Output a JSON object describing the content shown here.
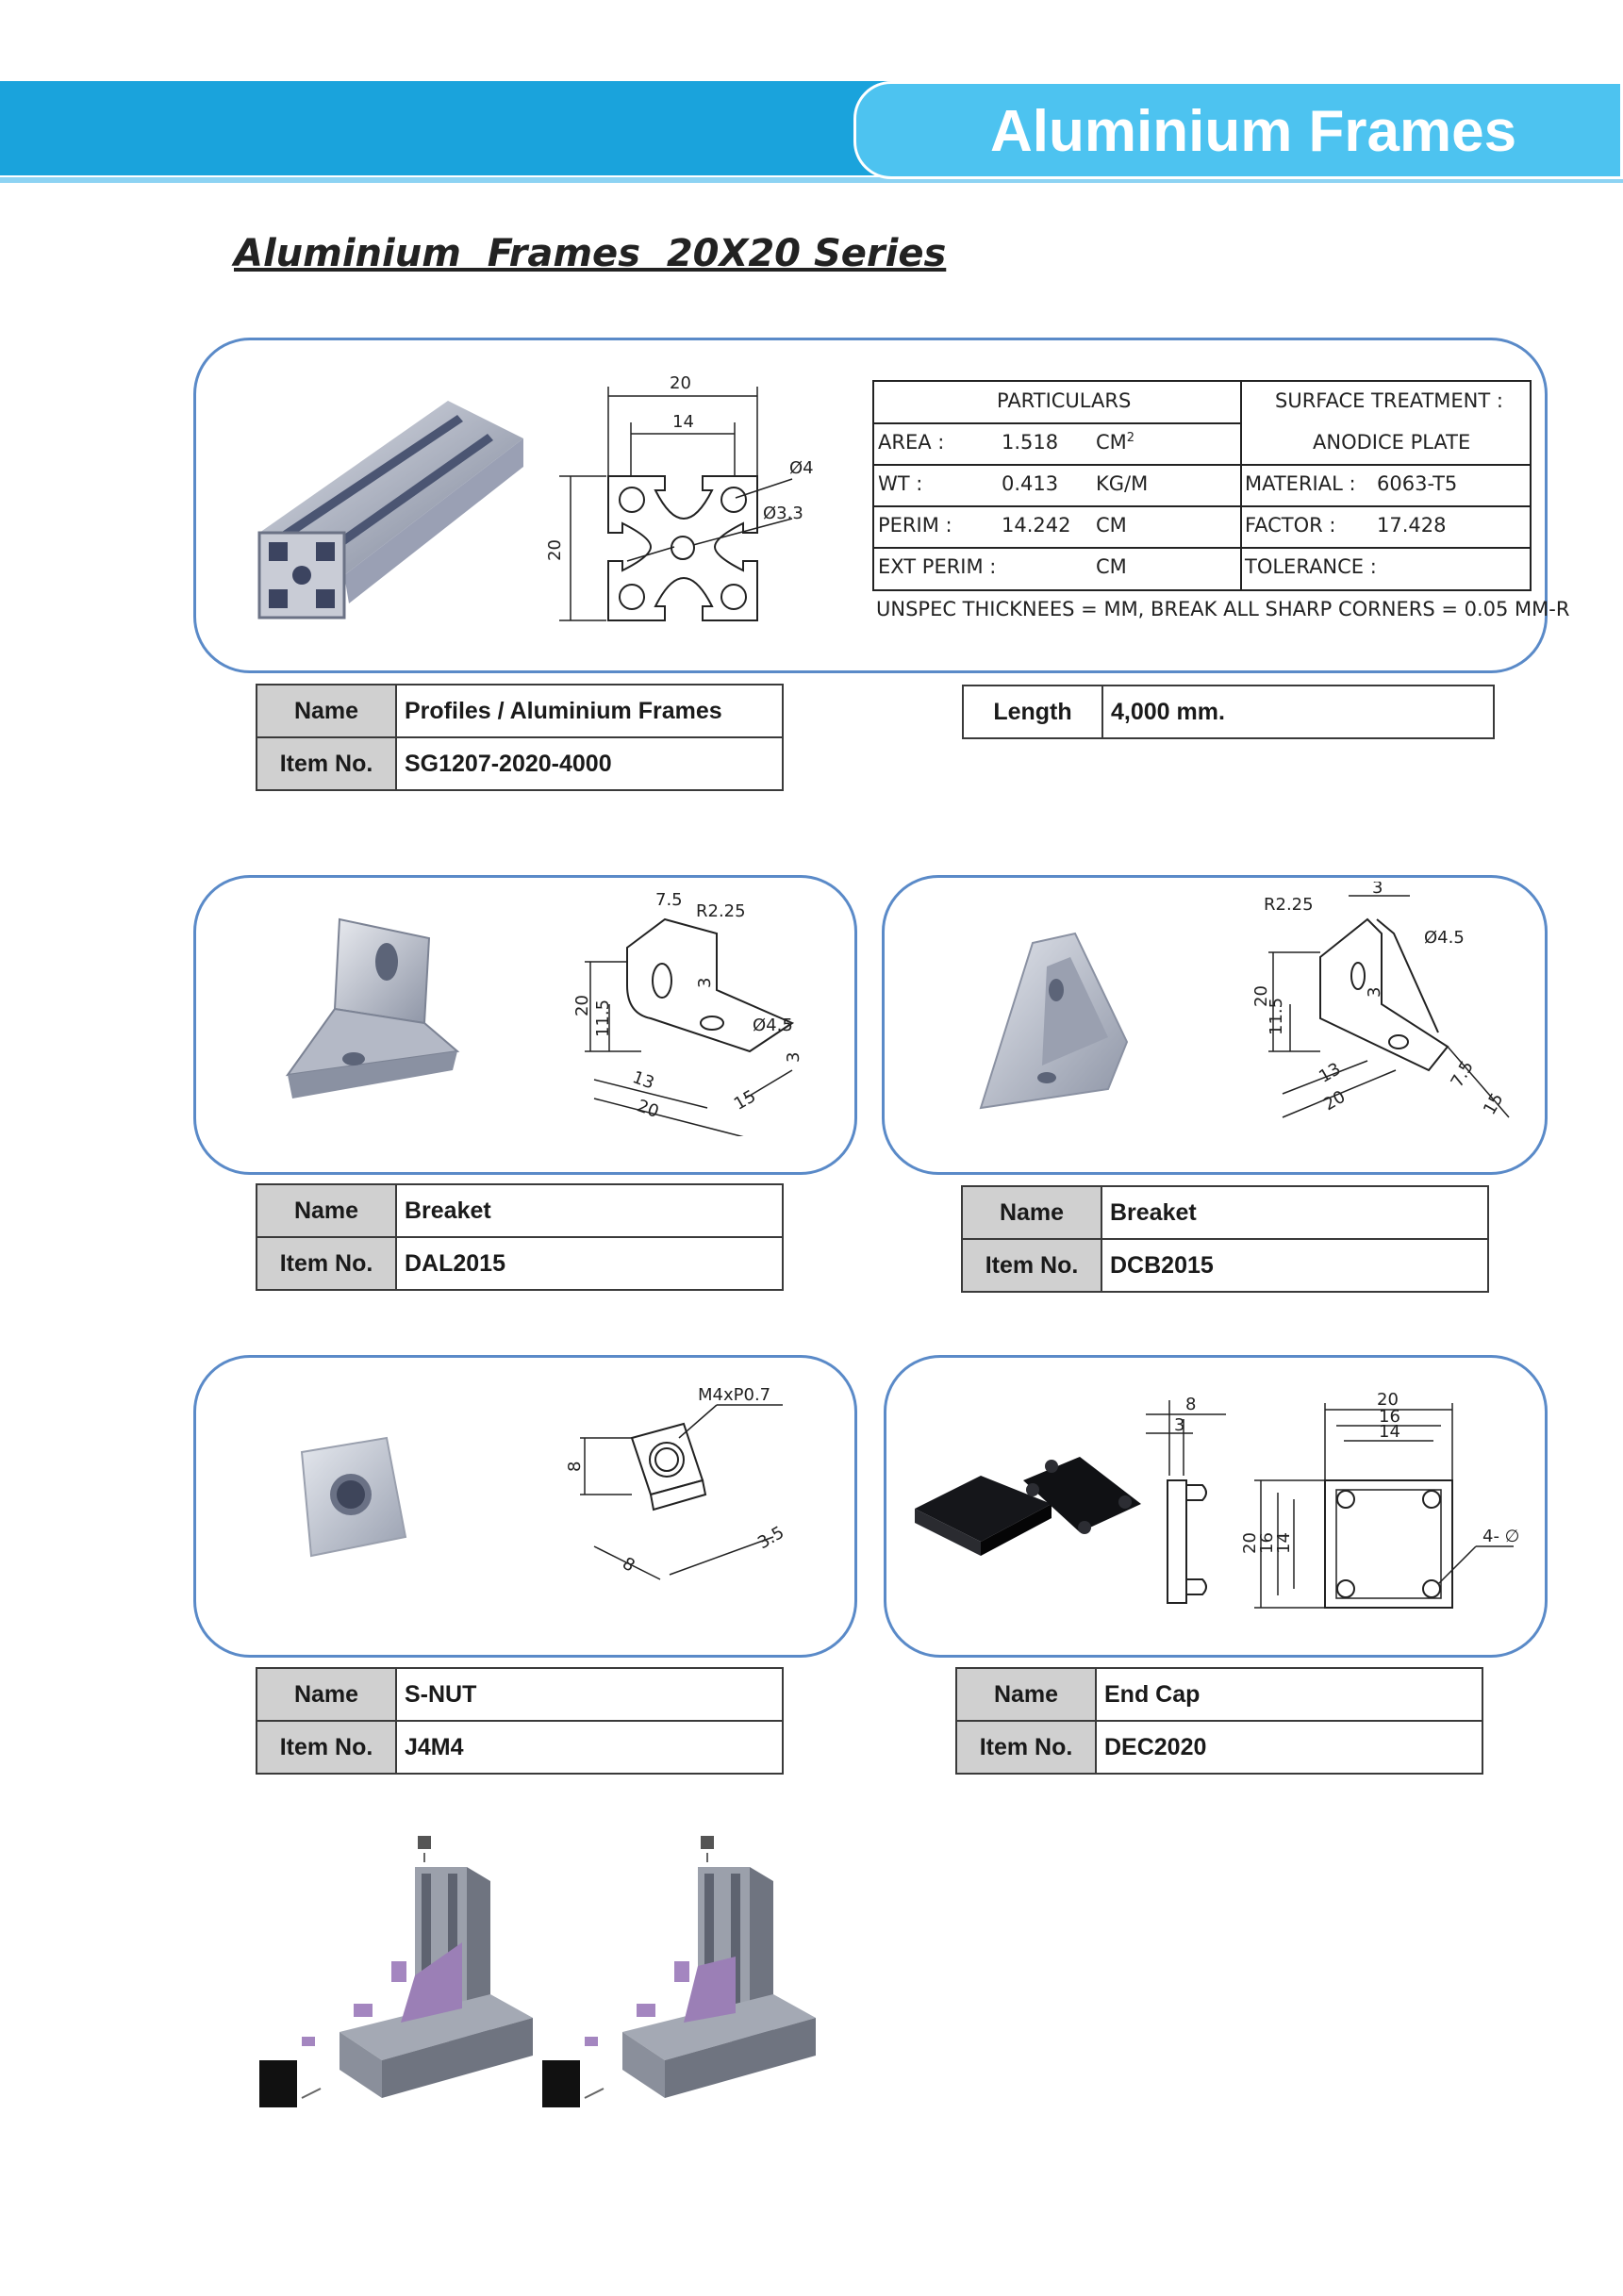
{
  "header": {
    "title": "Aluminium Frames",
    "bar_color": "#1aa3dc",
    "tab_color": "#4dc3f0"
  },
  "page_title": "Aluminium  Frames  20X20 Series",
  "profile": {
    "spec": {
      "particulars": "PARTICULARS",
      "surface": "SURFACE TREATMENT :",
      "surface_val": "ANODICE PLATE",
      "rows": [
        {
          "k": "AREA :",
          "v": "1.518",
          "u": "CM",
          "sup": "2"
        },
        {
          "k": "WT :",
          "v": "0.413",
          "u": "KG/M"
        },
        {
          "k": "PERIM :",
          "v": "14.242",
          "u": "CM"
        },
        {
          "k": "EXT PERIM :",
          "v": "",
          "u": "CM"
        }
      ],
      "right_rows": [
        {
          "k": "MATERIAL :",
          "v": "6063-T5"
        },
        {
          "k": "FACTOR :",
          "v": "17.428"
        },
        {
          "k": "TOLERANCE :",
          "v": ""
        }
      ],
      "note": "UNSPEC THICKNEES = MM, BREAK ALL SHARP CORNERS = 0.05 MM-R"
    },
    "dims": {
      "outer": "20",
      "inner": "14",
      "side": "20",
      "hole1": "Ø4",
      "hole2": "Ø3.3"
    },
    "name_label": "Name",
    "name": "Profiles / Aluminium Frames",
    "item_label": "Item No.",
    "item": "SG1207-2020-4000",
    "length_label": "Length",
    "length": "4,000 mm."
  },
  "bracket_l": {
    "dims": {
      "a": "7.5",
      "r": "R2.25",
      "h": "20",
      "h2": "11.5",
      "t": "3",
      "hole": "Ø4.5",
      "t2": "3",
      "b1": "13",
      "b2": "20",
      "b3": "15"
    },
    "name_label": "Name",
    "name": "Breaket",
    "item_label": "Item No.",
    "item": "DAL2015"
  },
  "bracket_c": {
    "dims": {
      "r": "R2.25",
      "t": "3",
      "hole": "Ø4.5",
      "h": "20",
      "h2": "11.5",
      "t2": "3",
      "b1": "13",
      "b2": "20",
      "b3": "7.5",
      "b4": "15"
    },
    "name_label": "Name",
    "name": "Breaket",
    "item_label": "Item No.",
    "item": "DCB2015"
  },
  "snut": {
    "dims": {
      "thread": "M4xP0.7",
      "h": "8",
      "w": "8",
      "t": "3.5"
    },
    "name_label": "Name",
    "name": "S-NUT",
    "item_label": "Item No.",
    "item": "J4M4"
  },
  "endcap": {
    "dims": {
      "d8": "8",
      "d3": "3",
      "w20": "20",
      "w16": "16",
      "w14": "14",
      "h20": "20",
      "h16": "16",
      "h14": "14",
      "holes": "4- ∅4"
    },
    "name_label": "Name",
    "name": "End Cap",
    "item_label": "Item No.",
    "item": "DEC2020"
  }
}
